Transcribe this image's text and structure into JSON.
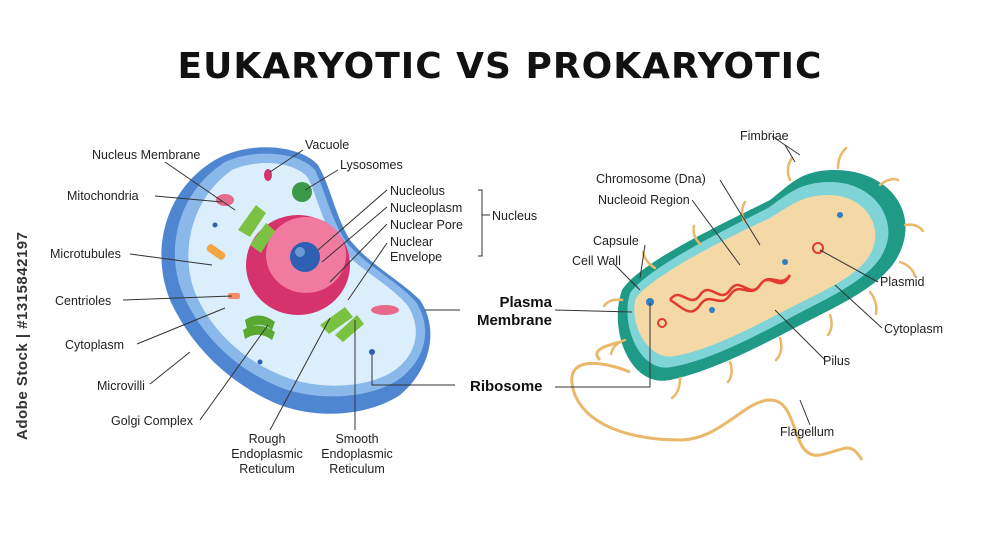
{
  "title": "EUKARYOTIC VS PROKARYOTIC",
  "watermark": "Adobe Stock | #1315842197",
  "eukaryotic": {
    "labels": {
      "vacuole": "Vacuole",
      "nucleus_membrane": "Nucleus Membrane",
      "lysosomes": "Lysosomes",
      "mitochondria": "Mitochondria",
      "nucleolus": "Nucleolus",
      "nucleoplasm": "Nucleoplasm",
      "nuclear_pore": "Nuclear Pore",
      "nuclear_envelope_1": "Nuclear",
      "nuclear_envelope_2": "Envelope",
      "nucleus": "Nucleus",
      "microtubules": "Microtubules",
      "centrioles": "Centrioles",
      "cytoplasm": "Cytoplasm",
      "microvilli": "Microvilli",
      "golgi": "Golgi Complex",
      "rough_er_1": "Rough",
      "rough_er_2": "Endoplasmic",
      "rough_er_3": "Reticulum",
      "smooth_er_1": "Smooth",
      "smooth_er_2": "Endoplasmic",
      "smooth_er_3": "Reticulum"
    }
  },
  "shared": {
    "plasma_membrane_1": "Plasma",
    "plasma_membrane_2": "Membrane",
    "ribosome": "Ribosome"
  },
  "prokaryotic": {
    "labels": {
      "fimbriae": "Fimbriae",
      "chromosome": "Chromosome (Dna)",
      "nucleoid": "Nucleoid Region",
      "capsule": "Capsule",
      "cell_wall": "Cell Wall",
      "plasmid": "Plasmid",
      "cytoplasm": "Cytoplasm",
      "pilus": "Pilus",
      "flagellum": "Flagellum"
    }
  },
  "colors": {
    "cell_outer": "#5b8fd6",
    "cell_inner": "#d9ecfb",
    "nucleus": "#d6336c",
    "nucleolus": "#2f5fb3",
    "er_green": "#7cc242",
    "golgi_green": "#5aa832",
    "mito": "#e86a8a",
    "capsule_green": "#1f9a86",
    "bacteria_cyto": "#f4d8a6",
    "dna_red": "#e23b2e",
    "flagellum": "#e9b869"
  }
}
